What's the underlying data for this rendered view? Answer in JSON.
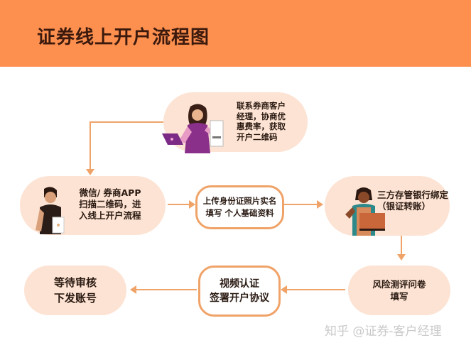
{
  "header": {
    "title": "证券线上开户流程图",
    "background": "#fd8f4f"
  },
  "steps": [
    {
      "id": "contact-manager",
      "text": "联系券商客户\n经理，协商优\n惠费率，获取\n开户二维码"
    },
    {
      "id": "scan-qr",
      "text": "微信/ 券商APP\n扫描二维码，进\n入线上开户流程"
    },
    {
      "id": "upload-id",
      "text": "上传身份证照片实名\n填写 个人基础资料"
    },
    {
      "id": "bank-binding",
      "text": "三方存管银行绑定\n（银证转账）"
    },
    {
      "id": "risk-assessment",
      "text": "风险测评问卷\n填写"
    },
    {
      "id": "video-verify",
      "text": "视频认证\n签署开户协议"
    },
    {
      "id": "await-review",
      "text": "等待审核\n下发账号"
    }
  ],
  "colors": {
    "pill": "#fde3d3",
    "connector": "#f0a368",
    "text": "#2a1a12"
  },
  "watermark": "知乎 @证券-客户经理"
}
